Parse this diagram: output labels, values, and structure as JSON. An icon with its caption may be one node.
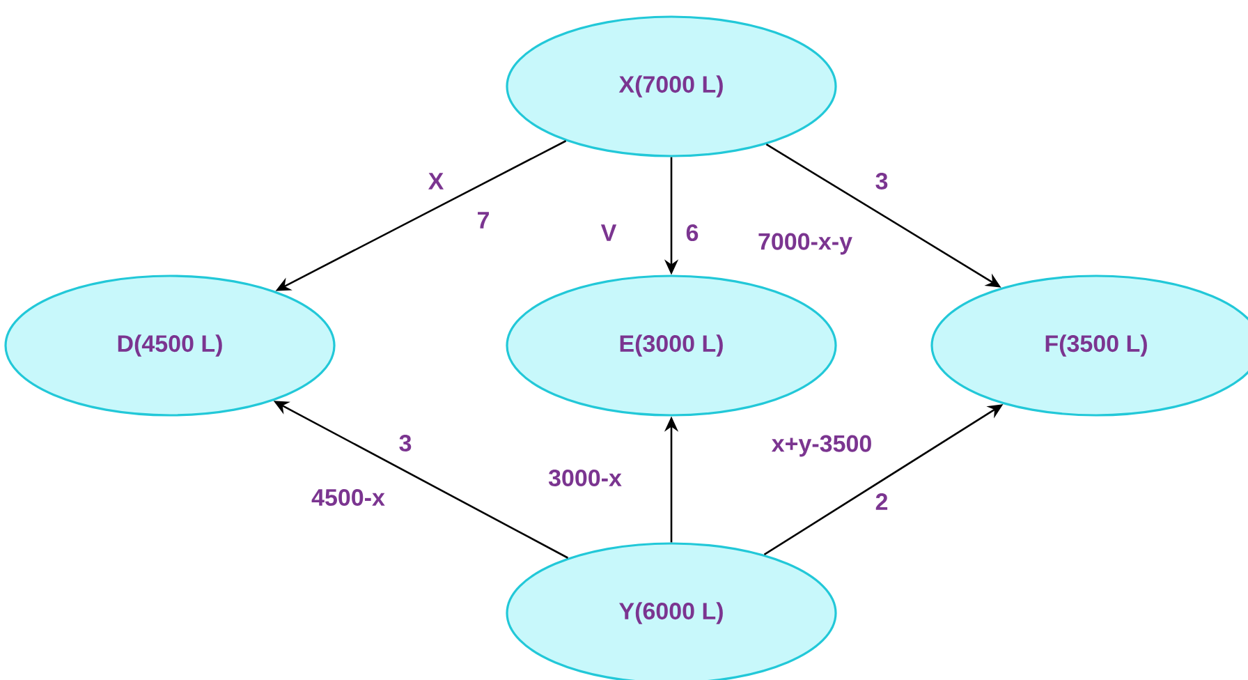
{
  "diagram": {
    "nodes": [
      {
        "text": [
          "X(7000 L)"
        ]
      },
      {
        "text": [
          "D(4500 L)"
        ]
      },
      {
        "text": [
          "E(3000 L)"
        ]
      },
      {
        "text": [
          "F(3500 L)"
        ]
      },
      {
        "text": [
          "Y(6000 L)"
        ]
      }
    ],
    "edges": [
      {
        "from": 0,
        "to": 1,
        "arrow": "to",
        "label": "X"
      },
      {
        "from": 0,
        "to": 2,
        "arrow": "to",
        "label": "V"
      },
      {
        "from": 0,
        "to": 3,
        "arrow": "to",
        "label": "7000-x-y"
      },
      {
        "from": 4,
        "to": 1,
        "arrow": "to",
        "label": "4500-x"
      },
      {
        "from": 4,
        "to": 2,
        "arrow": "to",
        "label": "3000-x"
      },
      {
        "from": 4,
        "to": 3,
        "arrow": "to",
        "label": "x+y-3500"
      }
    ],
    "labels": [
      "3",
      "7",
      "6",
      "3",
      "2"
    ]
  }
}
